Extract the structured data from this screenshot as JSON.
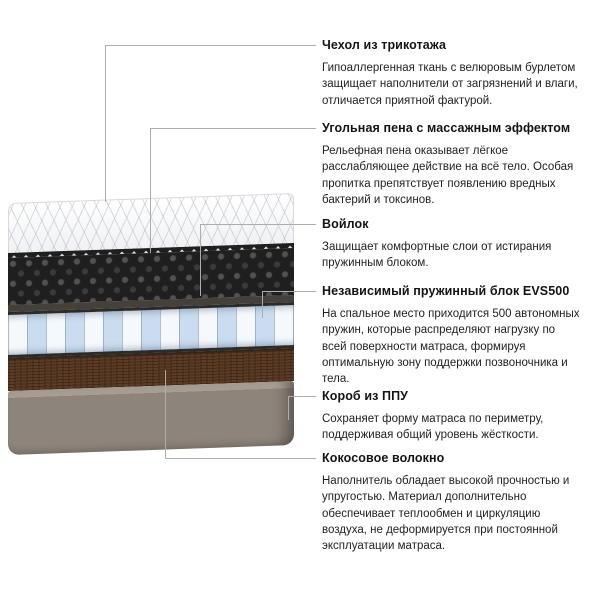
{
  "sections": [
    {
      "heading": "Чехол из трикотажа",
      "body": "Гипоаллергенная ткань с велюровым бурлетом защищает наполнители от загрязнений и влаги, отличается приятной фактурой."
    },
    {
      "heading": "Угольная пена с массажным эффектом",
      "body": "Рельефная пена оказывает лёгкое расслабляющее действие на всё тело. Особая пропитка препятствует появлению вредных бактерий и токсинов."
    },
    {
      "heading": "Войлок",
      "body": "Защищает комфортные слои от истирания пружинным блоком."
    },
    {
      "heading": "Независимый пружинный блок EVS500",
      "body": "На спальное место приходится 500 автономных пружин, которые распределяют нагрузку по всей поверхности матраса, формируя оптимальную зону поддержки позвоночника и тела."
    },
    {
      "heading": "Короб из ППУ",
      "body": "Сохраняет форму матраса по периметру, поддерживая общий уровень жёсткости."
    },
    {
      "heading": "Кокосовое волокно",
      "body": "Наполнитель обладает высокой прочностью и упругостью. Материал дополнительно обеспечивает теплообмен и циркуляцию воздуха, не деформируется при постоянной эксплуатации матраса."
    }
  ],
  "illustration": {
    "layer_names": [
      "knit-cover",
      "charcoal-massage-foam",
      "felt",
      "independent-spring-block-evs500",
      "coconut-fiber",
      "pu-foam-box"
    ],
    "colors": {
      "coconut_brown": "#5d3d26",
      "box_gray": "#8d847b",
      "spring_pocket_blue": "#c9dcf0",
      "foam_black": "#1f1f1f",
      "leader_line": "#adadad"
    }
  }
}
